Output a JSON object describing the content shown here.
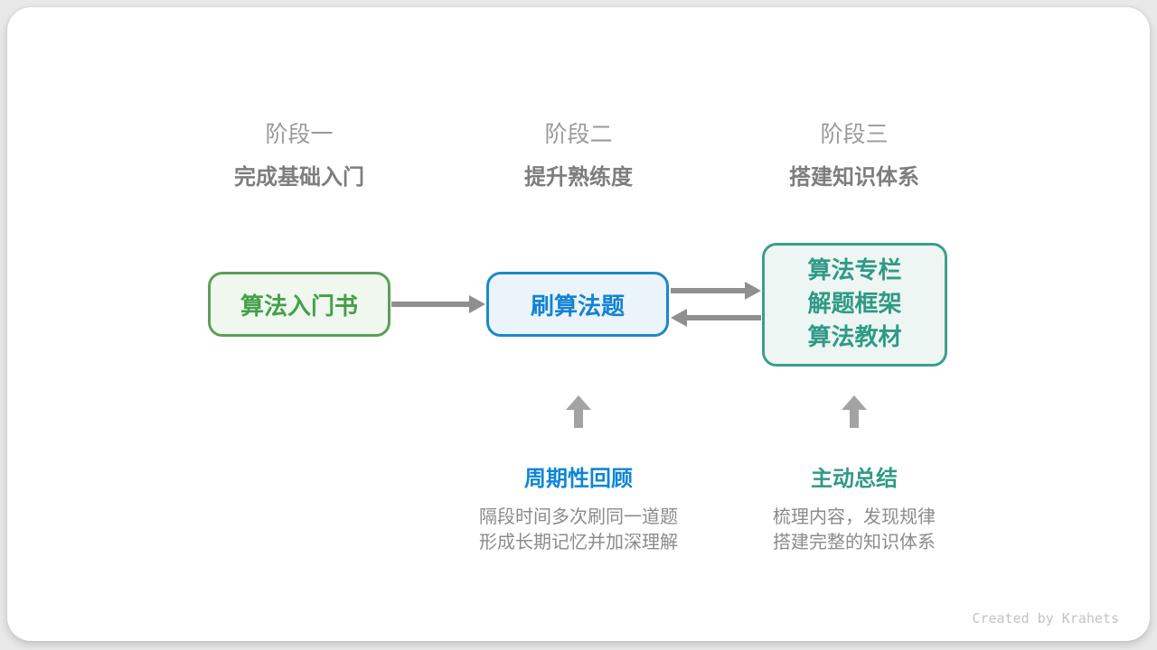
{
  "stages": [
    {
      "label": "阶段一",
      "subtitle": "完成基础入门"
    },
    {
      "label": "阶段二",
      "subtitle": "提升熟练度"
    },
    {
      "label": "阶段三",
      "subtitle": "搭建知识体系"
    }
  ],
  "boxes": {
    "intro_book": "算法入门书",
    "practice": "刷算法题",
    "resources": [
      "算法专栏",
      "解题框架",
      "算法教材"
    ]
  },
  "callouts": {
    "review": {
      "title": "周期性回顾",
      "desc": [
        "隔段时间多次刷同一道题",
        "形成长期记忆并加深理解"
      ]
    },
    "summarize": {
      "title": "主动总结",
      "desc": [
        "梳理内容，发现规律",
        "搭建完整的知识体系"
      ]
    }
  },
  "footer": {
    "credit": "Created by Krahets"
  },
  "colors": {
    "green_border": "#5d9f57",
    "green_fill": "#f0f7ee",
    "green_text": "#43a04a",
    "blue_border": "#1e88c8",
    "blue_fill": "#ebf4fb",
    "blue_text": "#1482d2",
    "teal_border": "#3c9e8c",
    "teal_fill": "#edf6f3",
    "teal_text": "#2f9a85",
    "callout_blue": "#0e86d4",
    "callout_teal": "#2f9a85",
    "arrow_gray": "#8f8f8f",
    "up_arrow_gray": "#a3a3a3",
    "stage_label_gray": "#9a9a9a",
    "subtitle_gray": "#7d7d7d",
    "desc_gray": "#8b8b8b",
    "credit_gray": "#c3c3c3"
  }
}
